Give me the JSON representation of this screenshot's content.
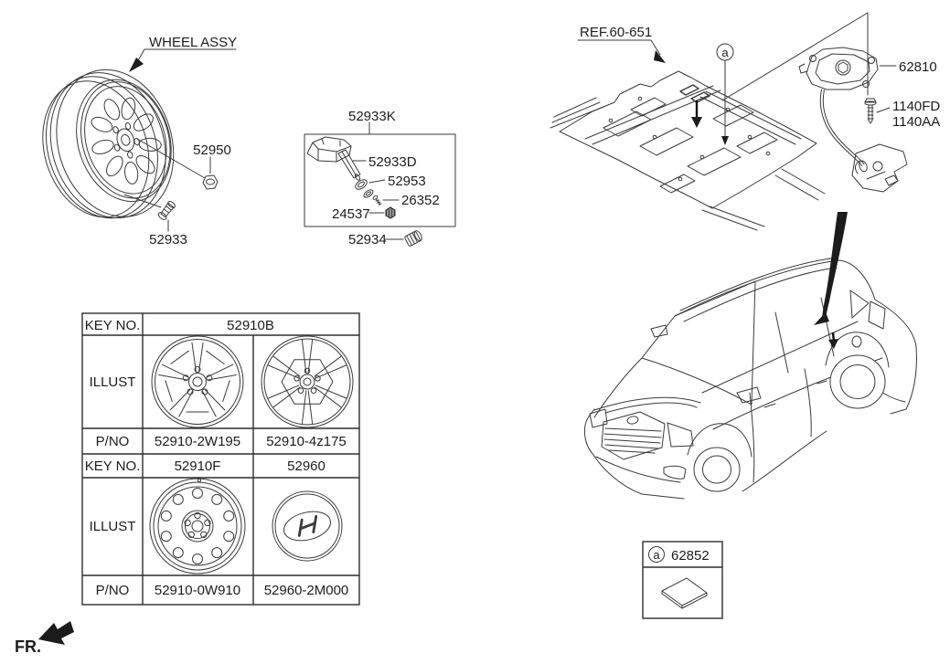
{
  "page": {
    "background": "#ffffff",
    "line_color": "#3a3a3a",
    "text_color": "#1c1c1c"
  },
  "callouts": {
    "wheel_assy": "WHEEL ASSY",
    "p52950": "52950",
    "p52933": "52933",
    "p52933k": "52933K",
    "p52933d": "52933D",
    "p52953": "52953",
    "p26352": "26352",
    "p24537": "24537",
    "p52934": "52934",
    "ref": "REF.60-651",
    "p62810": "62810",
    "p1140fd": "1140FD",
    "p1140aa": "1140AA",
    "marker_a": "a",
    "p62852": "62852",
    "fr": "FR."
  },
  "table": {
    "key_no_label": "KEY NO.",
    "illust_label": "ILLUST",
    "pno_label": "P/NO",
    "key1": "52910B",
    "pno1_left": "52910-2W195",
    "pno1_right": "52910-4z175",
    "key2_left": "52910F",
    "key2_right": "52960",
    "pno2_left": "52910-0W910",
    "pno2_right": "52960-2M000"
  }
}
